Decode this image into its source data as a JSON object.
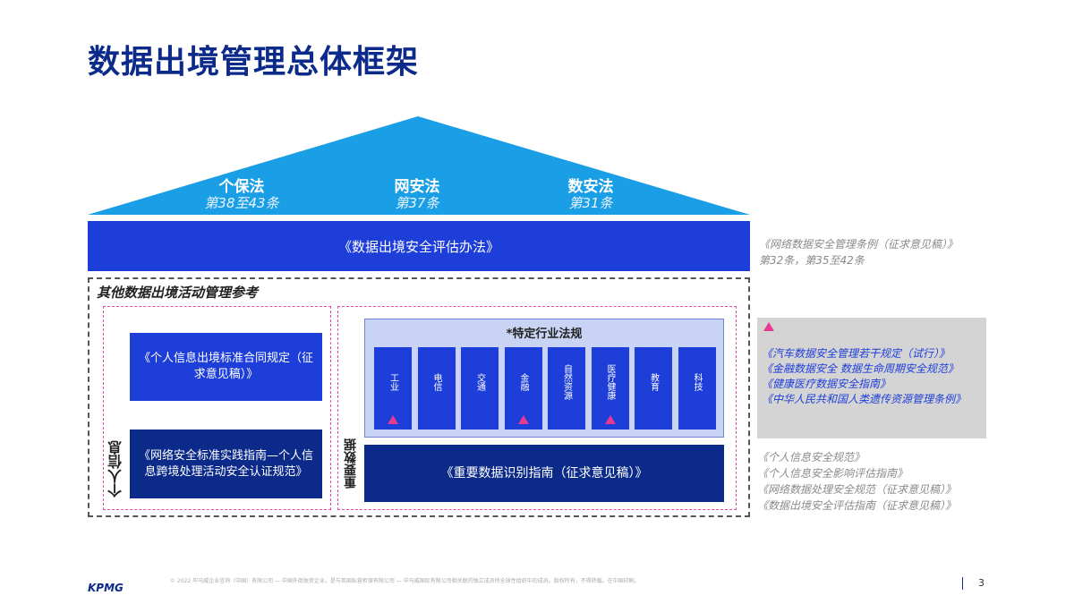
{
  "title": "数据出境管理总体框架",
  "laws": [
    {
      "name": "个保法",
      "articles": "第38至43条"
    },
    {
      "name": "网安法",
      "articles": "第37条"
    },
    {
      "name": "数安法",
      "articles": "第31条"
    }
  ],
  "main_measure": "《数据出境安全评估办法》",
  "main_measure_note": {
    "line1": "《网络数据安全管理条例（征求意见稿）》",
    "line2": "第32条，第35至42条"
  },
  "other_section": {
    "title": "其他数据出境活动管理参考",
    "personal_info": {
      "label": "个人信息",
      "box1": "《个人信息出境标准合同规定（征求意见稿）》",
      "box2": "《网络安全标准实践指南—个人信息跨境处理活动安全认证规范》"
    },
    "important_data": {
      "label": "重要数据",
      "industry_title": "*特定行业法规",
      "industries": [
        "工业",
        "电信",
        "交通",
        "金融",
        "自然资源",
        "医疗健康",
        "教育",
        "科技"
      ],
      "marked_industries": [
        true,
        false,
        false,
        true,
        false,
        true,
        false,
        false
      ],
      "guide": "《重要数据识别指南（征求意见稿）》"
    }
  },
  "industry_regulations": [
    "《汽车数据安全管理若干规定（试行）》",
    "《金融数据安全 数据生命周期安全规范》",
    "《健康医疗数据安全指南》",
    "《中华人民共和国人类遗传资源管理条例》"
  ],
  "standards": [
    "《个人信息安全规范》",
    "《个人信息安全影响评估指南》",
    "《网络数据处理安全规范（征求意见稿）》",
    "《数据出境安全评估指南（征求意见稿）》"
  ],
  "colors": {
    "title": "#0b2a8a",
    "roof": "#1a9ee6",
    "primary_blue": "#1e3ed9",
    "navy": "#0b2a8a",
    "pink_marker": "#e8388f",
    "note_gray": "#8a8a8a",
    "regulation_text": "#1e3ed9"
  },
  "footer": {
    "logo": "KPMG",
    "copyright": "© 2022 毕马威企业咨询（中国）有限公司 — 中国外商独资企业，是与英国私营担保有限公司 — 毕马威国际有限公司相关联的独立成员所全球性组织中的成员。版权所有，不得转载。在中国印刷。",
    "page": "3"
  }
}
